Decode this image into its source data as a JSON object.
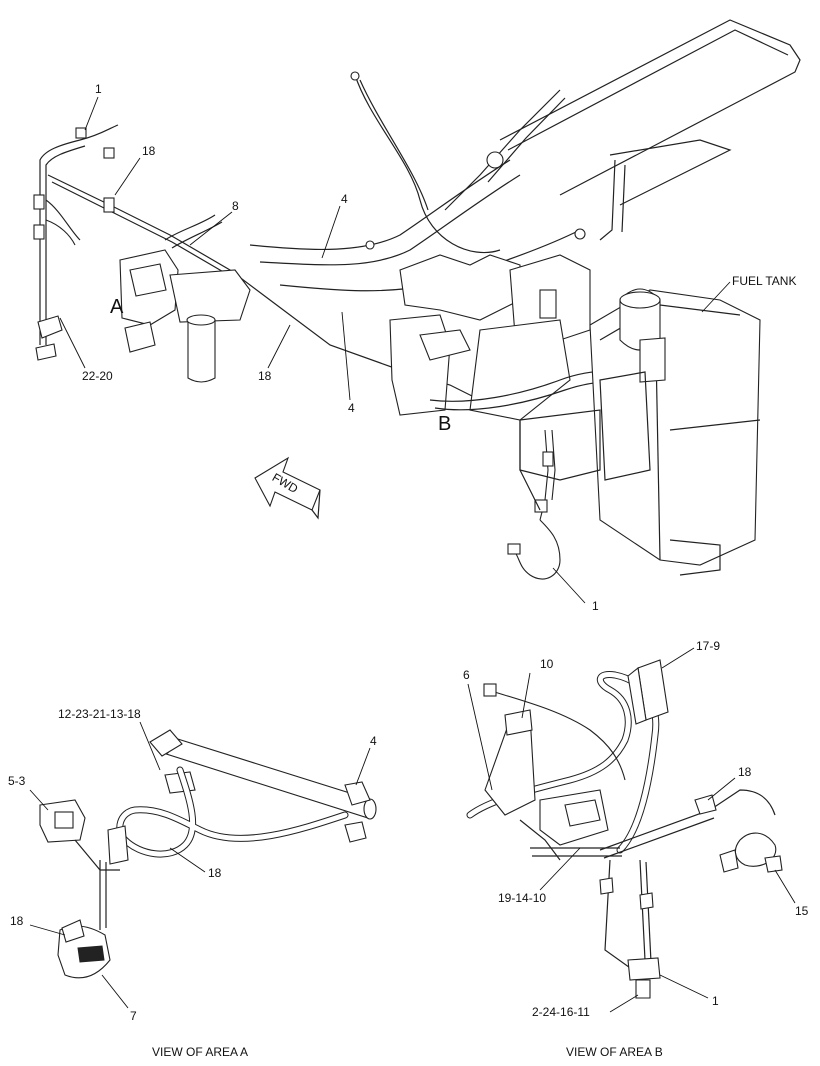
{
  "diagram": {
    "callouts_main": {
      "c1_top": "1",
      "c18_top": "18",
      "c8": "8",
      "c4_top": "4",
      "c_A": "A",
      "c22_20": "22-20",
      "c18_mid": "18",
      "c4_mid": "4",
      "c_B": "B",
      "fuel_tank": "FUEL TANK",
      "fwd": "FWD",
      "c1_bottom": "1"
    },
    "view_a": {
      "caption": "VIEW OF AREA  A",
      "c12_23": "12-23-21-13-18",
      "c4": "4",
      "c5_3": "5-3",
      "c18_right": "18",
      "c18_left": "18",
      "c7": "7"
    },
    "view_b": {
      "caption": "VIEW OF AREA  B",
      "c17_9": "17-9",
      "c10": "10",
      "c6": "6",
      "c18": "18",
      "c19_14_10": "19-14-10",
      "c15": "15",
      "c1": "1",
      "c2_24": "2-24-16-11"
    }
  }
}
